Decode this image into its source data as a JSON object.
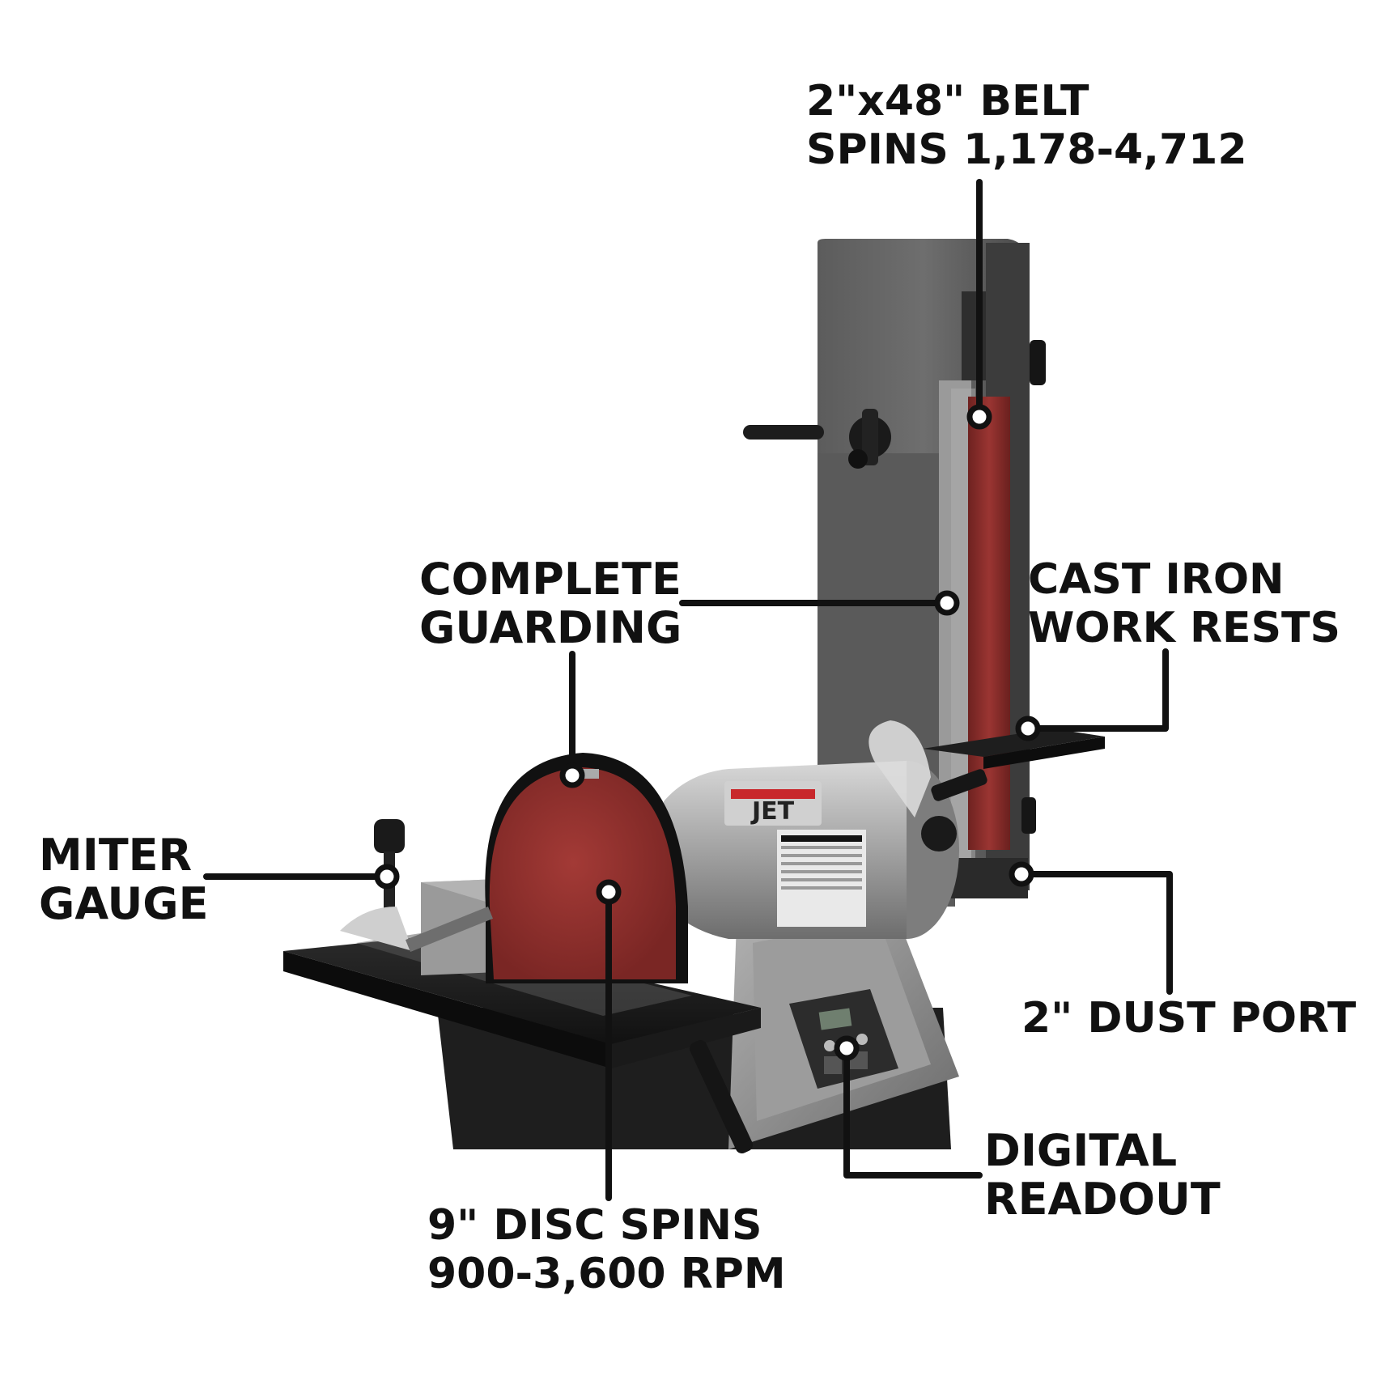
{
  "callouts": {
    "belt": {
      "line1": "2\"x48\" BELT",
      "line2": "SPINS 1,178-4,712"
    },
    "guarding": {
      "line1": "COMPLETE",
      "line2": "GUARDING"
    },
    "work_rests": {
      "line1": "CAST IRON",
      "line2": "WORK RESTS"
    },
    "miter_gauge": {
      "line1": "MITER",
      "line2": "GAUGE"
    },
    "dust_port": {
      "line1": "2\" DUST PORT"
    },
    "digital_readout": {
      "line1": "DIGITAL",
      "line2": "READOUT"
    },
    "disc": {
      "line1": "9\" DISC SPINS",
      "line2": "900-3,600 RPM"
    }
  },
  "machine": {
    "brand_badge": "JET"
  },
  "colors": {
    "callout_text": "#111111",
    "leader_line": "#111111",
    "abrasive": "#8c2f2c",
    "cast_iron": "#8a8a8a",
    "guard_dark": "#3f3f3f",
    "brand_red": "#c8282c"
  }
}
